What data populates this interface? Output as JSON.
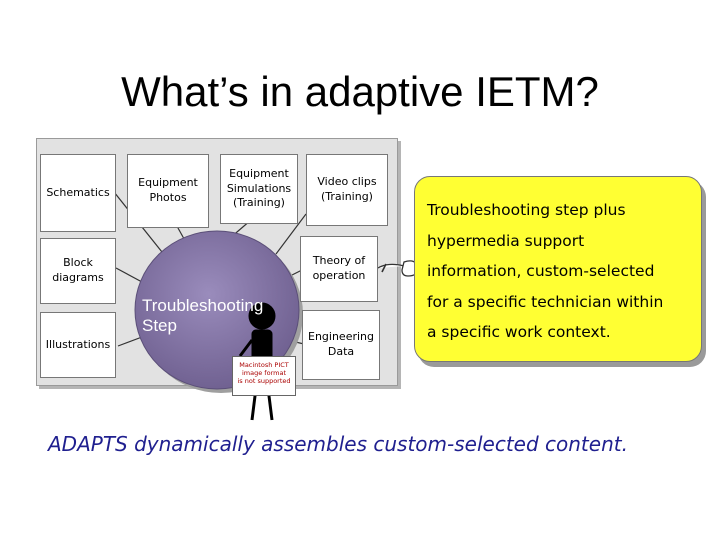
{
  "title": "What’s in adaptive IETM?",
  "diagram": {
    "nodes": {
      "schematics": "Schematics",
      "equipment_photos": "Equipment\nPhotos",
      "equipment_simulations": "Equipment\nSimulations\n(Training)",
      "video_clips": "Video clips\n(Training)",
      "block_diagrams": "Block\ndiagrams",
      "theory_of_operation": "Theory of\noperation",
      "illustrations": "Illustrations",
      "engineering_data": "Engineering\nData"
    },
    "hub_label": "Troubleshooting\nStep",
    "sign_text": "Macintosh PICT\nimage format\nis not supported",
    "hub_color": "#7c6d9c"
  },
  "callout": {
    "lines": [
      "Troubleshooting step plus",
      "hypermedia support",
      "information, custom-selected",
      "for a specific technician within",
      "a specific work context."
    ],
    "bg_color": "#ffff33"
  },
  "caption": "ADAPTS dynamically assembles custom-selected content.",
  "caption_color": "#1f1f8f"
}
